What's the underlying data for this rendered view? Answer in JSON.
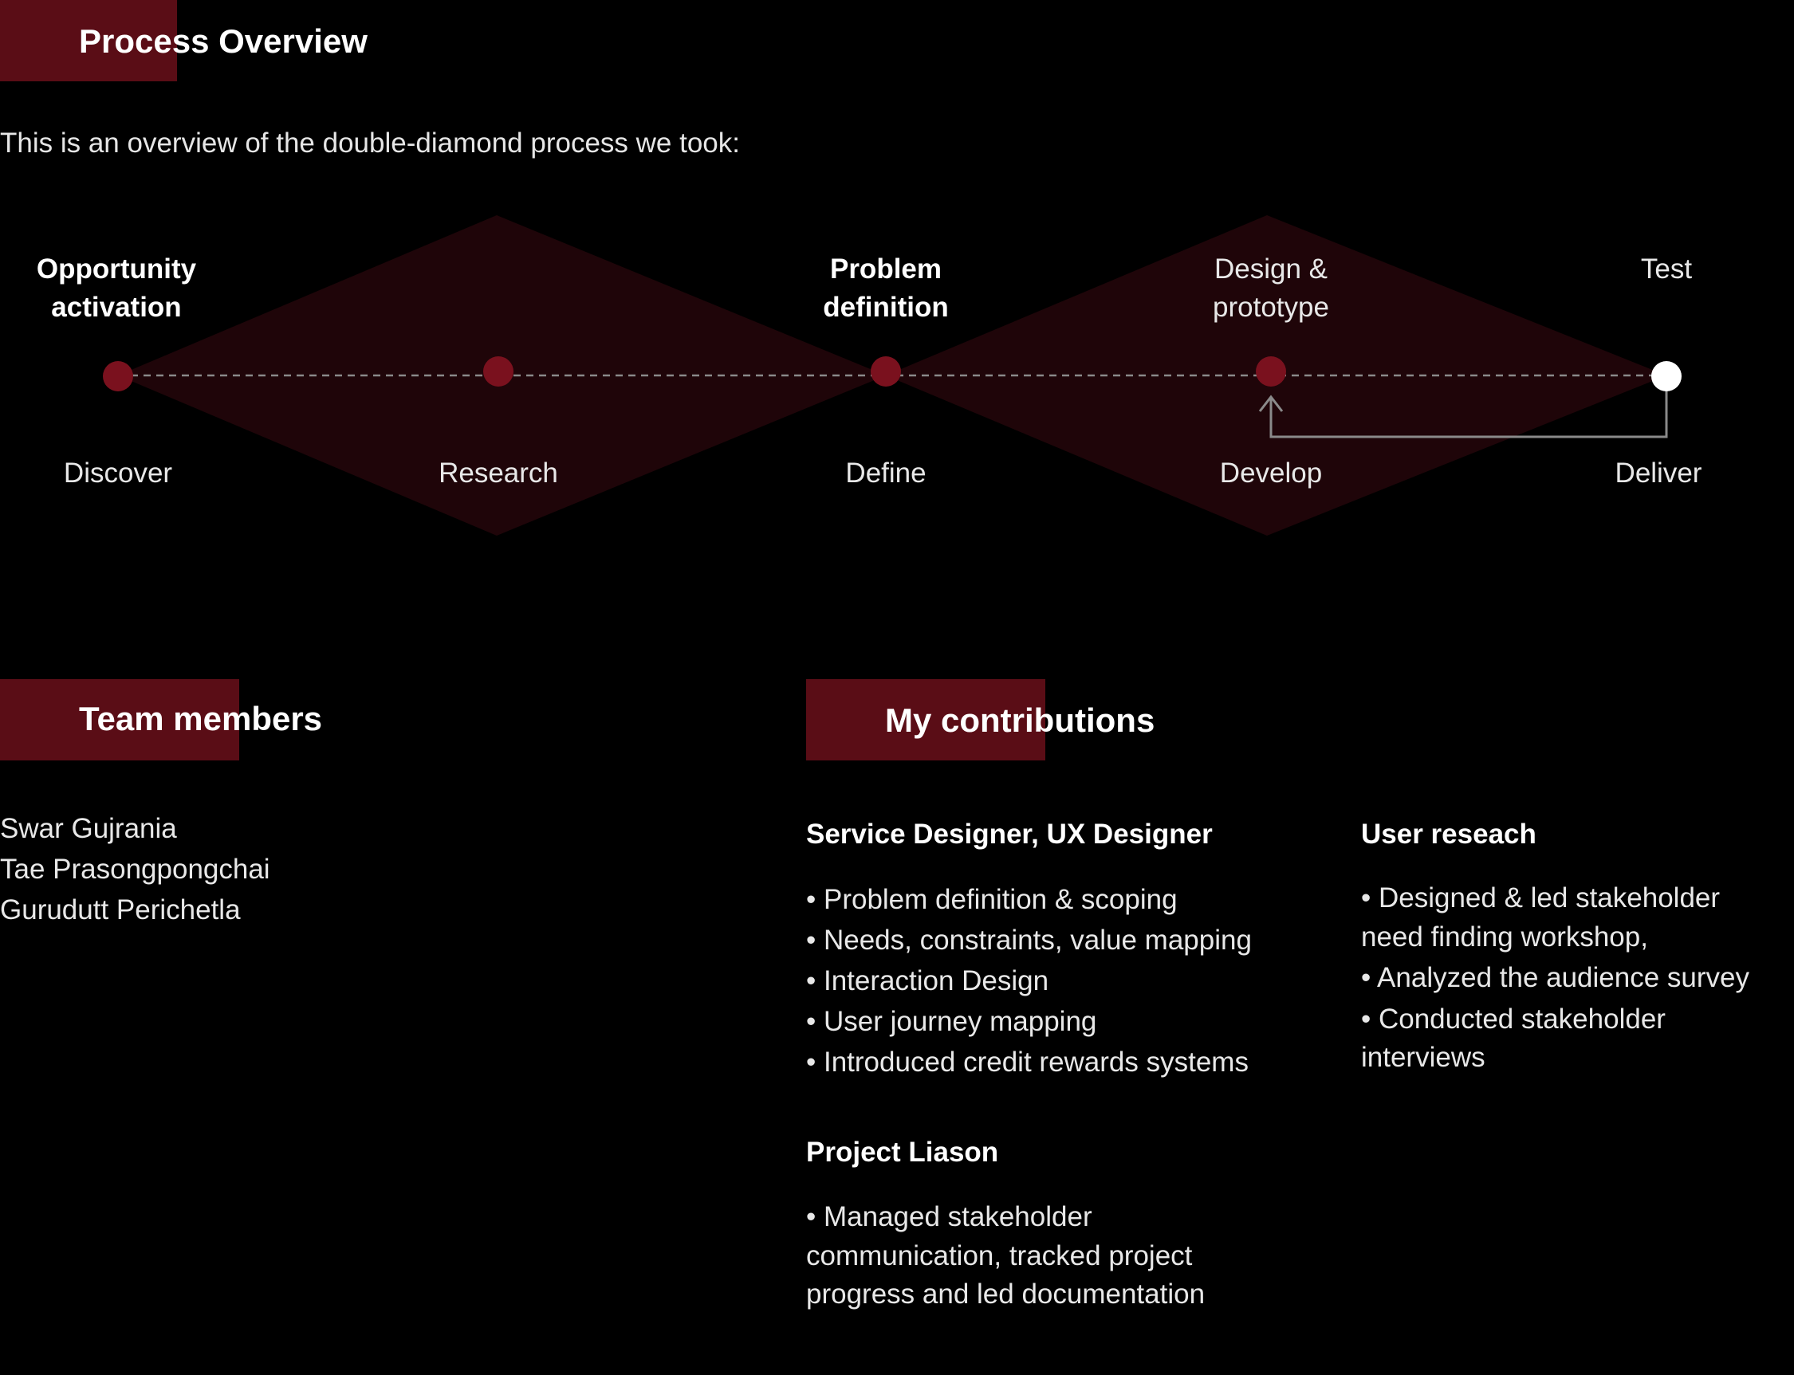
{
  "sections": {
    "process": {
      "title": "Process Overview",
      "intro": "This is an overview of the double-diamond process we took:"
    },
    "team": {
      "title": "Team members",
      "members": [
        "Swar Gujrania",
        "Tae Prasongpongchai",
        "Gurudutt Perichetla"
      ]
    },
    "contributions": {
      "title": "My contributions"
    }
  },
  "diagram": {
    "top_labels": {
      "opportunity": "Opportunity\nactivation",
      "problem": "Problem\ndefinition",
      "design": "Design &\nprototype",
      "test": "Test"
    },
    "bottom_labels": {
      "discover": "Discover",
      "research": "Research",
      "define": "Define",
      "develop": "Develop",
      "deliver": "Deliver"
    }
  },
  "roles": [
    {
      "title": "Service Designer, UX Designer",
      "items": [
        "• Problem definition & scoping",
        "• Needs, constraints, value mapping",
        "• Interaction Design",
        "• User journey mapping",
        "• Introduced credit rewards systems"
      ]
    },
    {
      "title": "Project Liason",
      "items": [
        "• Managed stakeholder communication, tracked project progress and led documentation"
      ]
    },
    {
      "title": "User reseach",
      "items": [
        "• Designed & led stakeholder need finding workshop,",
        "• Analyzed the audience survey",
        "• Conducted stakeholder interviews"
      ]
    }
  ],
  "colors": {
    "accent": "#5a0d16",
    "diamond": "#1f0509",
    "node": "#7a111e",
    "background": "#000000",
    "end_node": "#ffffff"
  }
}
